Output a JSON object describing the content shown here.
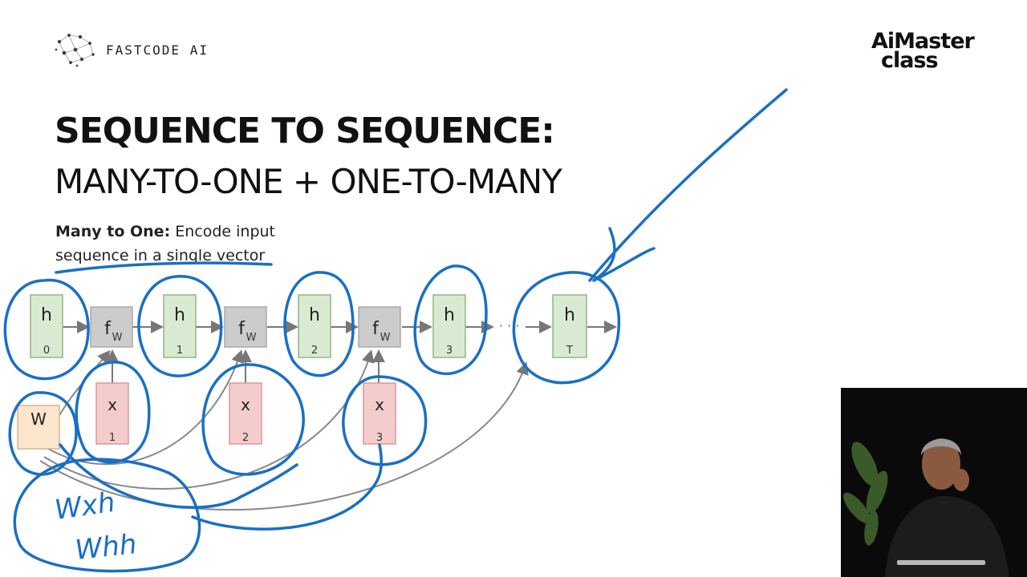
{
  "header": {
    "brand_left": "FASTCODE AI",
    "brand_right_line1": "AiMaster",
    "brand_right_line2": "class"
  },
  "slide": {
    "title": "SEQUENCE TO SEQUENCE:",
    "subtitle": "MANY-TO-ONE + ONE-TO-MANY",
    "desc_bold": "Many to One:",
    "desc_rest": " Encode input",
    "desc_line2": "sequence in a single vector"
  },
  "diagram": {
    "hidden_states": [
      {
        "label": "h",
        "sub": "0"
      },
      {
        "label": "h",
        "sub": "1"
      },
      {
        "label": "h",
        "sub": "2"
      },
      {
        "label": "h",
        "sub": "3"
      },
      {
        "label": "h",
        "sub": "T"
      }
    ],
    "functions": [
      {
        "label": "f",
        "sub": "W"
      },
      {
        "label": "f",
        "sub": "W"
      },
      {
        "label": "f",
        "sub": "W"
      }
    ],
    "inputs": [
      {
        "label": "x",
        "sub": "1"
      },
      {
        "label": "x",
        "sub": "2"
      },
      {
        "label": "x",
        "sub": "3"
      }
    ],
    "weight": {
      "label": "W"
    },
    "ellipsis": "· · ·",
    "colors": {
      "hidden": "#d9ead3",
      "function": "#cccccc",
      "input": "#f4cccc",
      "weight": "#fce5cd",
      "annotation": "#1a6fc4"
    }
  },
  "annotations": {
    "handwriting_line1": "Wxh",
    "handwriting_line2": "Whh"
  }
}
